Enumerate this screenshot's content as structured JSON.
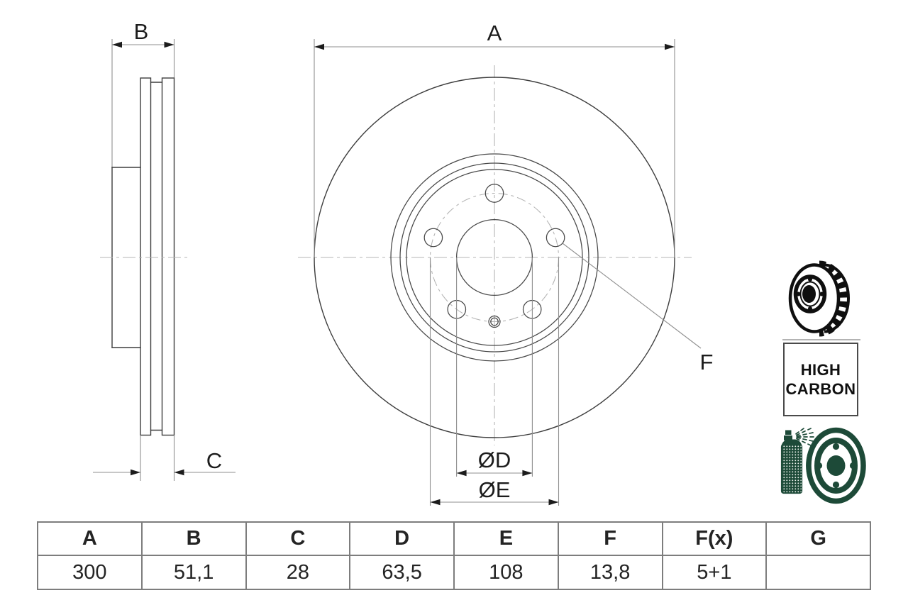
{
  "drawing": {
    "dim_labels": {
      "A": "A",
      "B": "B",
      "C": "C",
      "F": "F",
      "OD": "ØD",
      "OE": "ØE"
    }
  },
  "badge": {
    "line1": "HIGH",
    "line2": "CARBON"
  },
  "icons": {
    "disc3d": "vented-brake-disc-icon",
    "spray": "coating-spray-icon"
  },
  "spec_table": {
    "headers": [
      "A",
      "B",
      "C",
      "D",
      "E",
      "F",
      "F(x)",
      "G"
    ],
    "values": [
      "300",
      "51,1",
      "28",
      "63,5",
      "108",
      "13,8",
      "5+1",
      ""
    ]
  },
  "colors": {
    "outline": "#3d3d3d",
    "dimension": "#8f8f8f",
    "centerline": "#b5b5b5",
    "label": "#1c1c1c",
    "table_border": "#7d7d7d",
    "icon_green": "#1d4a38"
  }
}
